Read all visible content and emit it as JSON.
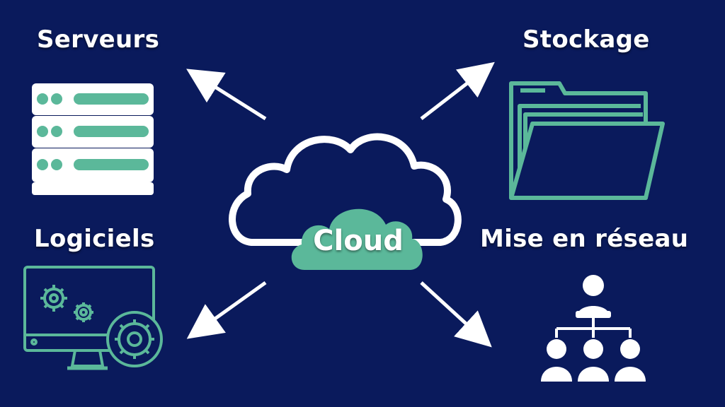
{
  "diagram": {
    "center": {
      "label": "Cloud",
      "icon": "cloud-icon"
    },
    "nodes": [
      {
        "id": "servers",
        "label": "Serveurs",
        "icon": "server-rack-icon"
      },
      {
        "id": "storage",
        "label": "Stockage",
        "icon": "folder-icon"
      },
      {
        "id": "software",
        "label": "Logiciels",
        "icon": "monitor-gears-icon"
      },
      {
        "id": "networking",
        "label": "Mise en réseau",
        "icon": "org-chart-people-icon"
      }
    ],
    "colors": {
      "background": "#0a1a5c",
      "accent": "#5bb89a",
      "foreground": "#ffffff"
    }
  }
}
